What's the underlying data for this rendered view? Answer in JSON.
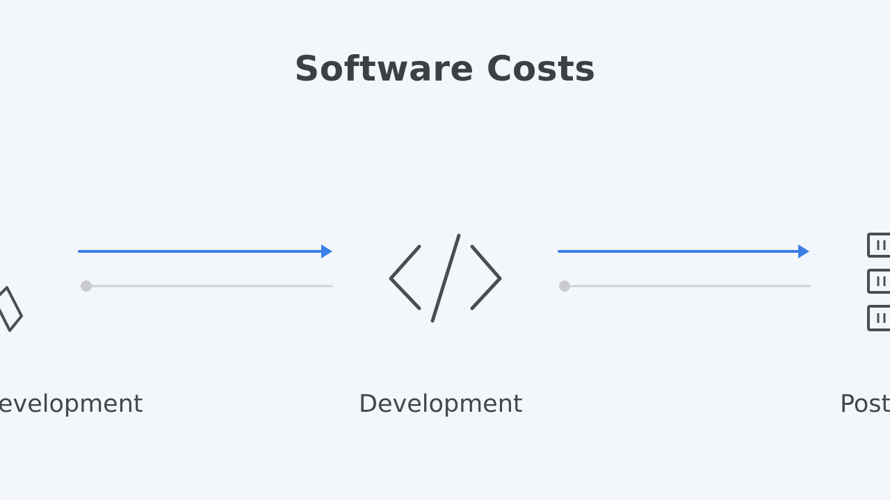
{
  "title": "Software Costs",
  "stages": [
    {
      "label": "Development",
      "icon": "pencil-icon"
    },
    {
      "label": "Development",
      "icon": "code-brackets-icon"
    },
    {
      "label": "Post",
      "icon": "server-stack-icon"
    }
  ],
  "colors": {
    "background": "#f3f6fa",
    "accent_arrow": "#3a7ee6",
    "muted_line": "#d0d2d6",
    "muted_dot": "#c9cbcf",
    "icon": "#4a4d52",
    "text": "#43464b"
  }
}
